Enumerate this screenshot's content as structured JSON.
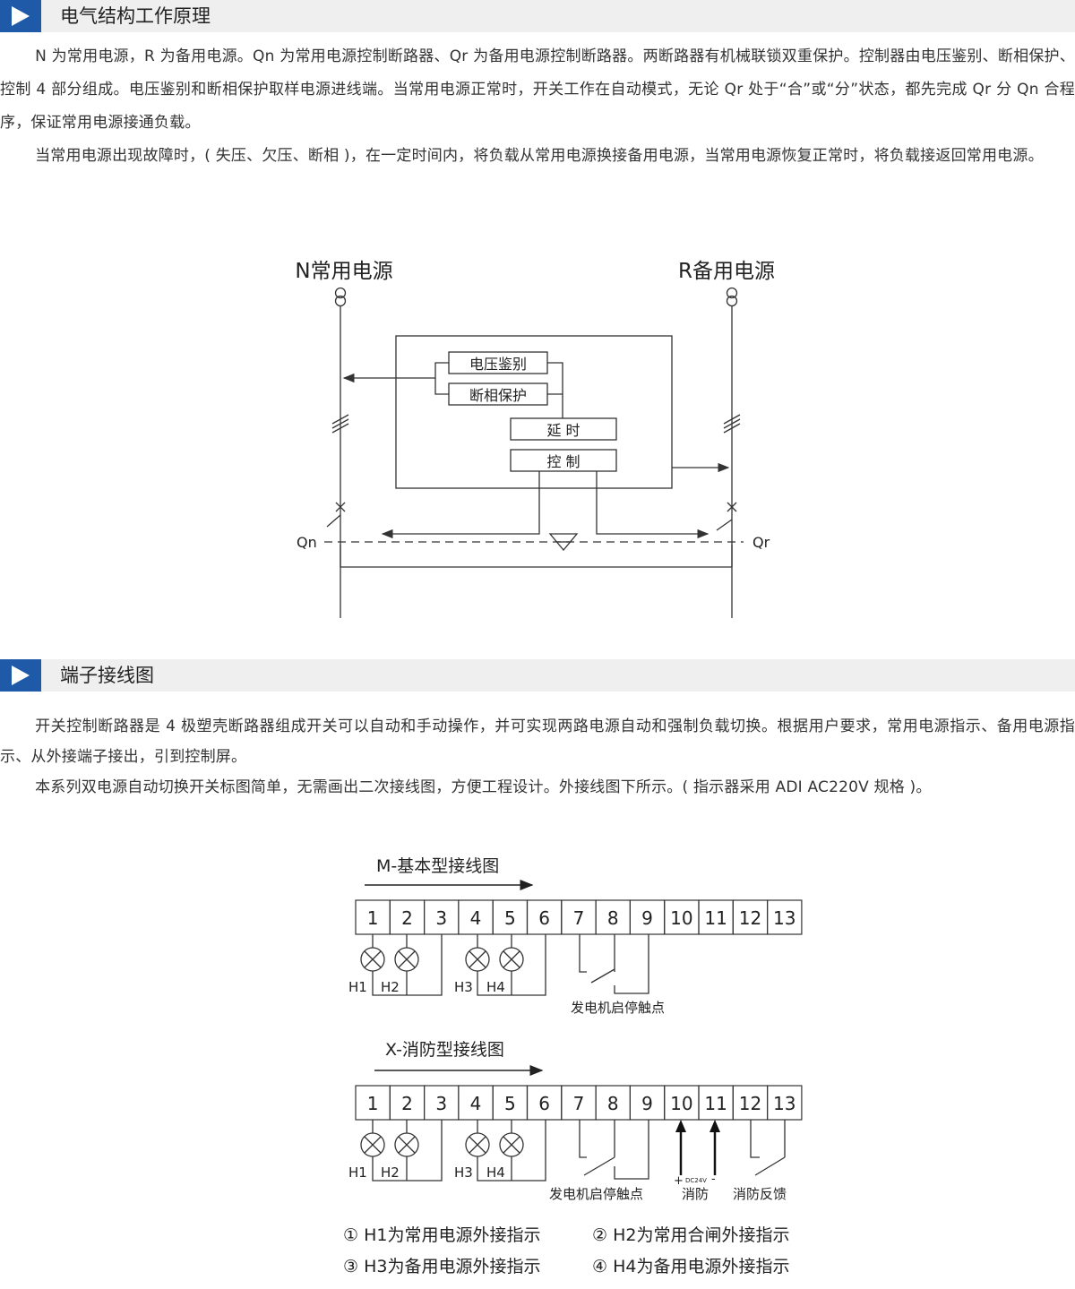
{
  "section1": {
    "title": "电气结构工作原理",
    "paragraphs": [
      "N 为常用电源，R 为备用电源。Qn 为常用电源控制断路器、Qr 为备用电源控制断路器。两断路器有机械联锁双重保护。控制器由电压鉴别、断相保护、控制 4 部分组成。电压鉴别和断相保护取样电源进线端。当常用电源正常时，开关工作在自动模式，无论 Qr 处于“合”或“分”状态，都先完成 Qr 分 Qn 合程序，保证常用电源接通负载。",
      "当常用电源出现故障时，( 失压、欠压、断相 )，在一定时间内，将负载从常用电源换接备用电源，当常用电源恢复正常时，将负载接返回常用电源。"
    ]
  },
  "diagram1": {
    "n_source": "N常用电源",
    "r_source": "R备用电源",
    "voltage_detect": "电压鉴别",
    "phase_protect": "断相保护",
    "delay": "延 时",
    "control": "控 制",
    "qn": "Qn",
    "qr": "Qr"
  },
  "section2": {
    "title": "端子接线图",
    "paragraphs": [
      "开关控制断路器是 4 极塑壳断路器组成开关可以自动和手动操作，并可实现两路电源自动和强制负载切换。根据用户要求，常用电源指示、备用电源指示、从外接端子接出，引到控制屏。",
      "本系列双电源自动切换开关标图简单，无需画出二次接线图，方便工程设计。外接线图下所示。( 指示器采用 ADI AC220V 规格 )。"
    ]
  },
  "wiring_m": {
    "title": "M-基本型接线图",
    "terminals": [
      "1",
      "2",
      "3",
      "4",
      "5",
      "6",
      "7",
      "8",
      "9",
      "10",
      "11",
      "12",
      "13"
    ],
    "h1": "H1",
    "h2": "H2",
    "h3": "H3",
    "h4": "H4",
    "generator": "发电机启停触点"
  },
  "wiring_x": {
    "title": "X-消防型接线图",
    "terminals": [
      "1",
      "2",
      "3",
      "4",
      "5",
      "6",
      "7",
      "8",
      "9",
      "10",
      "11",
      "12",
      "13"
    ],
    "h1": "H1",
    "h2": "H2",
    "h3": "H3",
    "h4": "H4",
    "generator": "发电机启停触点",
    "plus": "+",
    "dc": "DC24V",
    "minus": "-",
    "fire": "消防",
    "fire_feedback": "消防反馈"
  },
  "legend": [
    "① H1为常用电源外接指示",
    "② H2为常用合闸外接指示",
    "③ H3为备用电源外接指示",
    "④ H4为备用电源外接指示"
  ]
}
